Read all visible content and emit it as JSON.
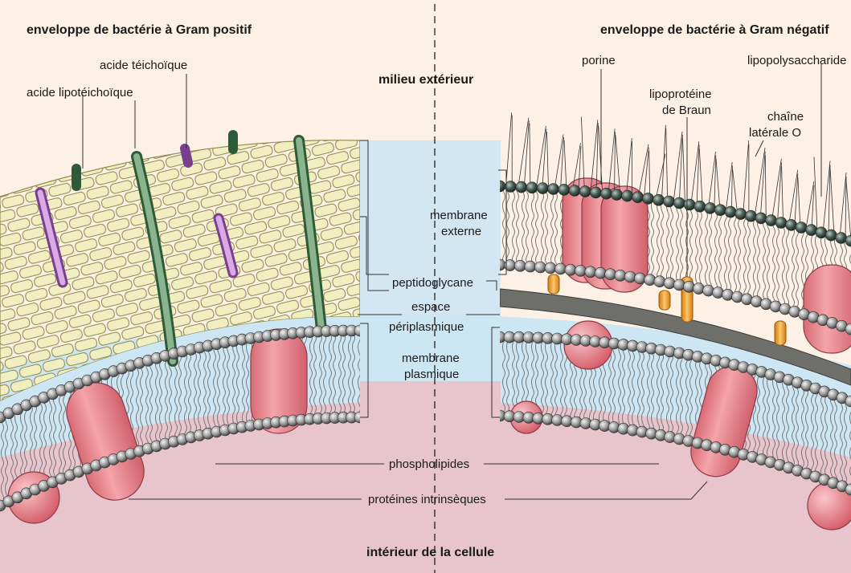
{
  "title_left": "enveloppe de bactérie à Gram positif",
  "title_right": "enveloppe de bactérie à Gram négatif",
  "exterior": "milieu extérieur",
  "interior": "intérieur de la cellule",
  "labels": {
    "acide_teichoique": "acide téichoïque",
    "acide_lipoteichoique": "acide lipotéichoïque",
    "porine": "porine",
    "lipoproteine_1": "lipoprotéine",
    "lipoproteine_2": "de Braun",
    "lipopolysaccharide": "lipopolysaccharide",
    "chaine_1": "chaîne",
    "chaine_2": "latérale O",
    "membrane_externe_1": "membrane",
    "membrane_externe_2": "externe",
    "peptidoglycane": "peptidoglycane",
    "espace_1": "espace",
    "espace_2": "périplasmique",
    "membrane_plasmique_1": "membrane",
    "membrane_plasmique_2": "plasmique",
    "phospholipides": "phospholipides",
    "proteines": "protéines intrinsèques"
  },
  "colors": {
    "exterior_bg": "#fcf1e4",
    "cytoplasm": "#e8c4cc",
    "periplasm": "#cde6f3",
    "peptidoglycan_wall": "#eeebb8",
    "brick_stroke": "#8d8a4e",
    "head_gray": "#9a9a9a",
    "head_dark": "#3e4e48",
    "protein": "#ec8a92",
    "teichoic_green": "#5e8a62",
    "lipoteichoic_purple": "#b47ec6",
    "lipoprotein_orange": "#f0a030",
    "peptido_neg": "#6e6e6a"
  }
}
